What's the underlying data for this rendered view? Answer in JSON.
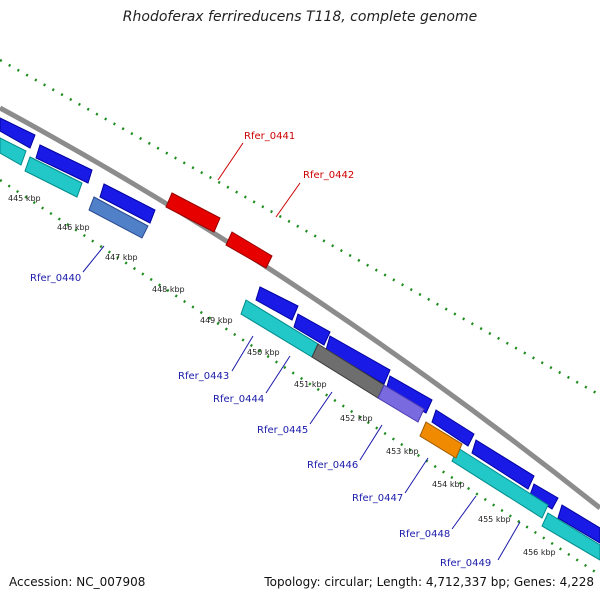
{
  "title": "Rhodoferax ferrireducens T118, complete genome",
  "footer": {
    "accession": "Accession: NC_007908",
    "stats": "Topology: circular; Length: 4,712,337 bp; Genes: 4,228"
  },
  "colors": {
    "backbone": "#8c8c8c",
    "cds_blue": "#1a1ae6",
    "rna_cyan": "#22c8c8",
    "highlight_red": "#e60000",
    "highlight_gray": "#6e6e6e",
    "highlight_purple": "#7a6ae0",
    "highlight_orange": "#f08a00",
    "tick_green": "#1e8c1e",
    "label_blue": "#1a1aaa",
    "label_red": "#cc0000"
  },
  "kbp_labels": [
    "445 kbp",
    "446 kbp",
    "447 kbp",
    "448 kbp",
    "449 kbp",
    "450 kbp",
    "451 kbp",
    "452 kbp",
    "453 kbp",
    "454 kbp",
    "455 kbp",
    "456 kbp"
  ],
  "gene_labels": [
    {
      "name": "Rfer_0441",
      "color": "red"
    },
    {
      "name": "Rfer_0442",
      "color": "red"
    },
    {
      "name": "Rfer_0440",
      "color": "blue"
    },
    {
      "name": "Rfer_0443",
      "color": "blue"
    },
    {
      "name": "Rfer_0444",
      "color": "blue"
    },
    {
      "name": "Rfer_0445",
      "color": "blue"
    },
    {
      "name": "Rfer_0446",
      "color": "blue"
    },
    {
      "name": "Rfer_0447",
      "color": "blue"
    },
    {
      "name": "Rfer_0448",
      "color": "blue"
    },
    {
      "name": "Rfer_0449",
      "color": "blue"
    }
  ]
}
